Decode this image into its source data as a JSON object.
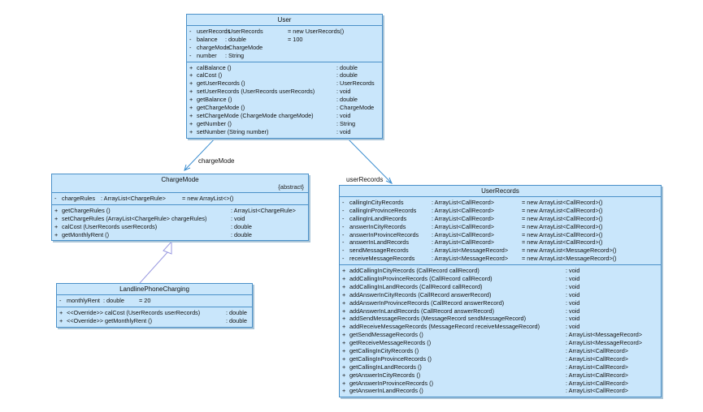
{
  "associations": [
    {
      "label": "chargeMode"
    },
    {
      "label": "userRecords"
    }
  ],
  "classes": {
    "user": {
      "name": "User",
      "stereotype": "",
      "attributes": [
        {
          "v": "-",
          "n": "userRecords",
          "t": ": UserRecords",
          "d": "= new UserRecords()"
        },
        {
          "v": "-",
          "n": "balance",
          "t": ": double",
          "d": "= 100"
        },
        {
          "v": "-",
          "n": "chargeMode",
          "t": ": ChargeMode",
          "d": ""
        },
        {
          "v": "-",
          "n": "number",
          "t": ": String",
          "d": ""
        }
      ],
      "operations": [
        {
          "v": "+",
          "s": "calBalance ()",
          "r": ": double"
        },
        {
          "v": "+",
          "s": "calCost ()",
          "r": ": double"
        },
        {
          "v": "+",
          "s": "getUserRecords ()",
          "r": ": UserRecords"
        },
        {
          "v": "+",
          "s": "setUserRecords (UserRecords userRecords)",
          "r": ": void"
        },
        {
          "v": "+",
          "s": "getBalance ()",
          "r": ": double"
        },
        {
          "v": "+",
          "s": "getChargeMode ()",
          "r": ": ChargeMode"
        },
        {
          "v": "+",
          "s": "setChargeMode (ChargeMode chargeMode)",
          "r": ": void"
        },
        {
          "v": "+",
          "s": "getNumber ()",
          "r": ": String"
        },
        {
          "v": "+",
          "s": "setNumber (String number)",
          "r": ": void"
        }
      ]
    },
    "chargemode": {
      "name": "ChargeMode",
      "stereotype": "{abstract}",
      "attributes": [
        {
          "v": "-",
          "n": "chargeRules",
          "t": ": ArrayList<ChargeRule>",
          "d": "= new ArrayList<>()"
        }
      ],
      "operations": [
        {
          "v": "+",
          "s": "getChargeRules ()",
          "r": ": ArrayList<ChargeRule>"
        },
        {
          "v": "+",
          "s": "setChargeRules (ArrayList<ChargeRule> chargeRules)",
          "r": ": void"
        },
        {
          "v": "+",
          "s": "calCost (UserRecords userRecords)",
          "r": ": double"
        },
        {
          "v": "+",
          "s": "getMonthlyRent ()",
          "r": ": double"
        }
      ]
    },
    "landline": {
      "name": "LandlinePhoneCharging",
      "stereotype": "",
      "attributes": [
        {
          "v": "-",
          "n": "monthlyRent",
          "t": ": double",
          "d": "= 20"
        }
      ],
      "operations": [
        {
          "v": "+",
          "s": "<<Override>>  calCost (UserRecords userRecords)",
          "r": ": double"
        },
        {
          "v": "+",
          "s": "<<Override>>  getMonthlyRent ()",
          "r": ": double"
        }
      ]
    },
    "userrecords": {
      "name": "UserRecords",
      "stereotype": "",
      "attributes": [
        {
          "v": "-",
          "n": "callingInCityRecords",
          "t": ": ArrayList<CallRecord>",
          "d": "= new ArrayList<CallRecord>()"
        },
        {
          "v": "-",
          "n": "callingInProvinceRecords",
          "t": ": ArrayList<CallRecord>",
          "d": "= new ArrayList<CallRecord>()"
        },
        {
          "v": "-",
          "n": "callingInLandRecords",
          "t": ": ArrayList<CallRecord>",
          "d": "= new ArrayList<CallRecord>()"
        },
        {
          "v": "-",
          "n": "answerInCityRecords",
          "t": ": ArrayList<CallRecord>",
          "d": "= new ArrayList<CallRecord>()"
        },
        {
          "v": "-",
          "n": "answerInProvinceRecords",
          "t": ": ArrayList<CallRecord>",
          "d": "= new ArrayList<CallRecord>()"
        },
        {
          "v": "-",
          "n": "answerInLandRecords",
          "t": ": ArrayList<CallRecord>",
          "d": "= new ArrayList<CallRecord>()"
        },
        {
          "v": "-",
          "n": "sendMessageRecords",
          "t": ": ArrayList<MessageRecord>",
          "d": "= new ArrayList<MessageRecord>()"
        },
        {
          "v": "-",
          "n": "receiveMessageRecords",
          "t": ": ArrayList<MessageRecord>",
          "d": "= new ArrayList<MessageRecord>()"
        }
      ],
      "operations": [
        {
          "v": "+",
          "s": "addCallingInCityRecords (CallRecord callRecord)",
          "r": ": void"
        },
        {
          "v": "+",
          "s": "addCallingInProvinceRecords (CallRecord callRecord)",
          "r": ": void"
        },
        {
          "v": "+",
          "s": "addCallingInLandRecords (CallRecord callRecord)",
          "r": ": void"
        },
        {
          "v": "+",
          "s": "addAnswerInCityRecords (CallRecord answerRecord)",
          "r": ": void"
        },
        {
          "v": "+",
          "s": "addAnswerInProvinceRecords (CallRecord answerRecord)",
          "r": ": void"
        },
        {
          "v": "+",
          "s": "addAnswerInLandRecords (CallRecord answerRecord)",
          "r": ": void"
        },
        {
          "v": "+",
          "s": "addSendMessageRecords (MessageRecord sendMessageRecord)",
          "r": ": void"
        },
        {
          "v": "+",
          "s": "addReceiveMessageRecords (MessageRecord receiveMessageRecord)",
          "r": ": void"
        },
        {
          "v": "+",
          "s": "getSendMessageRecords ()",
          "r": ": ArrayList<MessageRecord>"
        },
        {
          "v": "+",
          "s": "getReceiveMessageRecords ()",
          "r": ": ArrayList<MessageRecord>"
        },
        {
          "v": "+",
          "s": "getCallingInCityRecords ()",
          "r": ": ArrayList<CallRecord>"
        },
        {
          "v": "+",
          "s": "getCallingInProvinceRecords ()",
          "r": ": ArrayList<CallRecord>"
        },
        {
          "v": "+",
          "s": "getCallingInLandRecords ()",
          "r": ": ArrayList<CallRecord>"
        },
        {
          "v": "+",
          "s": "getAnswerInCityRecords ()",
          "r": ": ArrayList<CallRecord>"
        },
        {
          "v": "+",
          "s": "getAnswerInProvinceRecords ()",
          "r": ": ArrayList<CallRecord>"
        },
        {
          "v": "+",
          "s": "getAnswerInLandRecords ()",
          "r": ": ArrayList<CallRecord>"
        }
      ]
    }
  }
}
